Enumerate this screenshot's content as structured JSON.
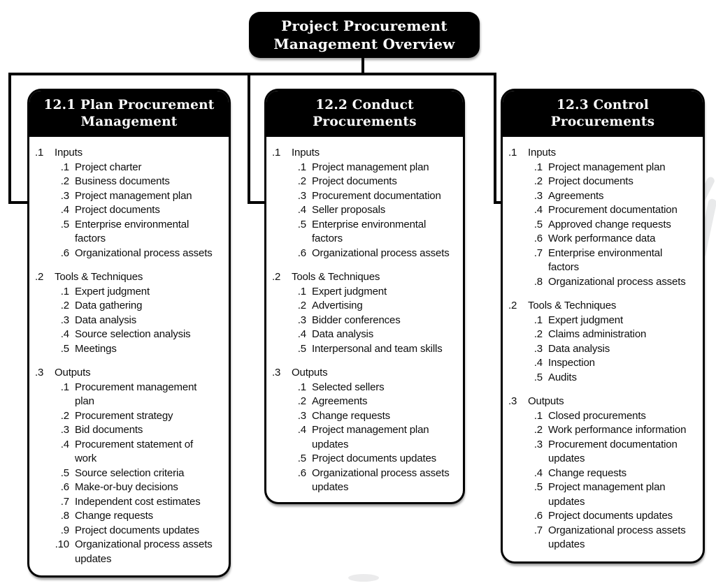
{
  "overview": {
    "title": "Project Procurement\nManagement Overview"
  },
  "boxes": [
    {
      "header": "12.1 Plan Procurement\nManagement",
      "sections": [
        {
          "num": ".1",
          "label": "Inputs",
          "items": [
            {
              "num": ".1",
              "text": "Project charter"
            },
            {
              "num": ".2",
              "text": "Business documents"
            },
            {
              "num": ".3",
              "text": "Project management plan"
            },
            {
              "num": ".4",
              "text": "Project documents"
            },
            {
              "num": ".5",
              "text": "Enterprise environmental\nfactors"
            },
            {
              "num": ".6",
              "text": "Organizational process assets"
            }
          ]
        },
        {
          "num": ".2",
          "label": "Tools & Techniques",
          "items": [
            {
              "num": ".1",
              "text": "Expert judgment"
            },
            {
              "num": ".2",
              "text": "Data gathering"
            },
            {
              "num": ".3",
              "text": "Data analysis"
            },
            {
              "num": ".4",
              "text": "Source selection analysis"
            },
            {
              "num": ".5",
              "text": "Meetings"
            }
          ]
        },
        {
          "num": ".3",
          "label": "Outputs",
          "items": [
            {
              "num": ".1",
              "text": "Procurement management\nplan"
            },
            {
              "num": ".2",
              "text": "Procurement strategy"
            },
            {
              "num": ".3",
              "text": "Bid documents"
            },
            {
              "num": ".4",
              "text": "Procurement statement of\nwork"
            },
            {
              "num": ".5",
              "text": "Source selection criteria"
            },
            {
              "num": ".6",
              "text": "Make-or-buy decisions"
            },
            {
              "num": ".7",
              "text": "Independent cost estimates"
            },
            {
              "num": ".8",
              "text": "Change requests"
            },
            {
              "num": ".9",
              "text": "Project documents updates"
            },
            {
              "num": ".10",
              "text": "Organizational process assets\nupdates"
            }
          ]
        }
      ]
    },
    {
      "header": "12.2 Conduct\nProcurements",
      "sections": [
        {
          "num": ".1",
          "label": "Inputs",
          "items": [
            {
              "num": ".1",
              "text": "Project management plan"
            },
            {
              "num": ".2",
              "text": "Project documents"
            },
            {
              "num": ".3",
              "text": "Procurement documentation"
            },
            {
              "num": ".4",
              "text": "Seller proposals"
            },
            {
              "num": ".5",
              "text": "Enterprise environmental\nfactors"
            },
            {
              "num": ".6",
              "text": "Organizational process assets"
            }
          ]
        },
        {
          "num": ".2",
          "label": "Tools & Techniques",
          "items": [
            {
              "num": ".1",
              "text": "Expert judgment"
            },
            {
              "num": ".2",
              "text": "Advertising"
            },
            {
              "num": ".3",
              "text": "Bidder conferences"
            },
            {
              "num": ".4",
              "text": "Data analysis"
            },
            {
              "num": ".5",
              "text": "Interpersonal and team skills"
            }
          ]
        },
        {
          "num": ".3",
          "label": "Outputs",
          "items": [
            {
              "num": ".1",
              "text": "Selected sellers"
            },
            {
              "num": ".2",
              "text": "Agreements"
            },
            {
              "num": ".3",
              "text": "Change requests"
            },
            {
              "num": ".4",
              "text": "Project management plan\nupdates"
            },
            {
              "num": ".5",
              "text": "Project documents updates"
            },
            {
              "num": ".6",
              "text": "Organizational process assets\nupdates"
            }
          ]
        }
      ]
    },
    {
      "header": "12.3 Control\nProcurements",
      "sections": [
        {
          "num": ".1",
          "label": "Inputs",
          "items": [
            {
              "num": ".1",
              "text": "Project management plan"
            },
            {
              "num": ".2",
              "text": "Project documents"
            },
            {
              "num": ".3",
              "text": "Agreements"
            },
            {
              "num": ".4",
              "text": "Procurement documentation"
            },
            {
              "num": ".5",
              "text": "Approved change requests"
            },
            {
              "num": ".6",
              "text": "Work performance data"
            },
            {
              "num": ".7",
              "text": "Enterprise environmental\nfactors"
            },
            {
              "num": ".8",
              "text": "Organizational process assets"
            }
          ]
        },
        {
          "num": ".2",
          "label": "Tools & Techniques",
          "items": [
            {
              "num": ".1",
              "text": "Expert judgment"
            },
            {
              "num": ".2",
              "text": "Claims administration"
            },
            {
              "num": ".3",
              "text": "Data analysis"
            },
            {
              "num": ".4",
              "text": "Inspection"
            },
            {
              "num": ".5",
              "text": "Audits"
            }
          ]
        },
        {
          "num": ".3",
          "label": "Outputs",
          "items": [
            {
              "num": ".1",
              "text": "Closed procurements"
            },
            {
              "num": ".2",
              "text": "Work performance information"
            },
            {
              "num": ".3",
              "text": "Procurement documentation\nupdates"
            },
            {
              "num": ".4",
              "text": "Change requests"
            },
            {
              "num": ".5",
              "text": "Project management plan\nupdates"
            },
            {
              "num": ".6",
              "text": "Project documents updates"
            },
            {
              "num": ".7",
              "text": "Organizational process assets\nupdates"
            }
          ]
        }
      ]
    }
  ],
  "colors": {
    "node_fill": "#000000",
    "node_text": "#ffffff",
    "body_text": "#0d0d0d",
    "watermark": "#d7d9db"
  }
}
